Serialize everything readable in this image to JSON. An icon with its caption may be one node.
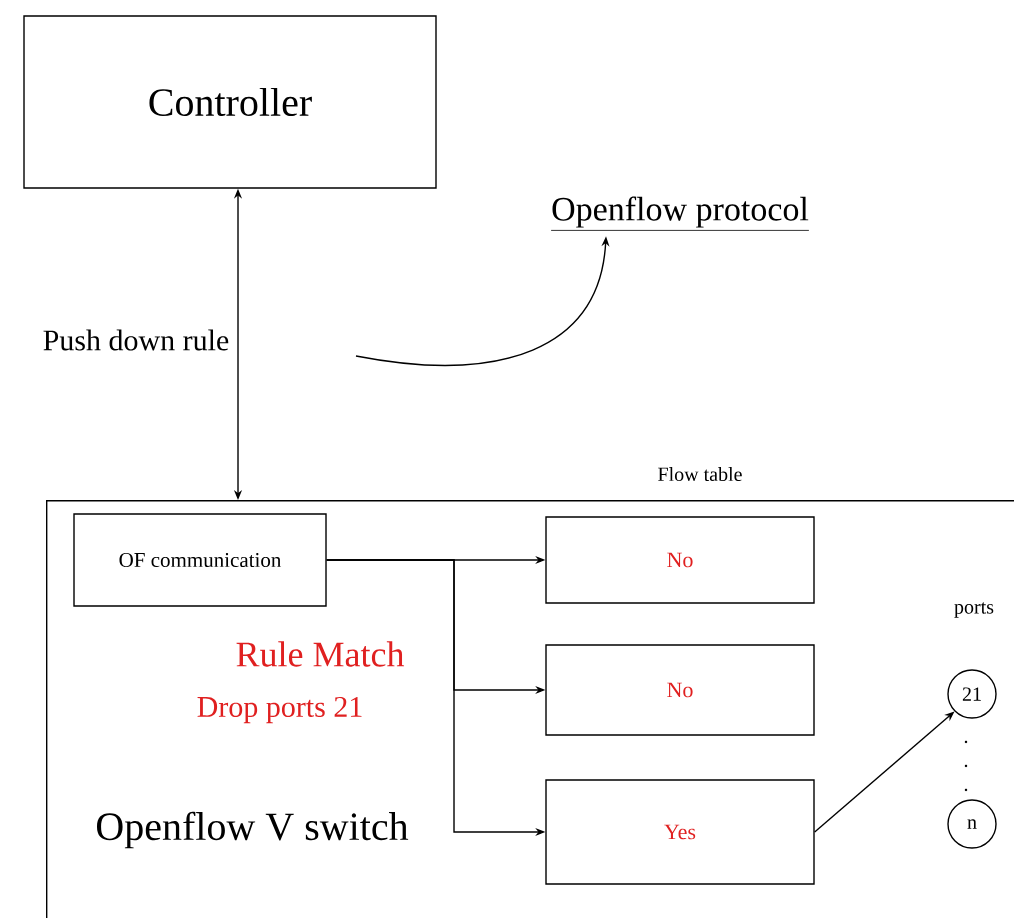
{
  "diagram": {
    "nodes": [
      {
        "text": [
          "Controller"
        ]
      },
      {
        "text": [
          "Openflow protocol"
        ]
      },
      {
        "text": [
          "Rule Match",
          "Drop ports 21",
          "Openflow V switch"
        ]
      },
      {
        "text": [
          "OF communication"
        ],
        "in": 2
      },
      {
        "text": [
          "No"
        ],
        "in": 2
      },
      {
        "text": [
          "No"
        ],
        "in": 2
      },
      {
        "text": [
          "Yes"
        ],
        "in": 2
      },
      {
        "text": [
          "21"
        ],
        "in": 2
      },
      {
        "text": [
          "n"
        ],
        "in": 2
      }
    ],
    "edges": [
      {
        "from": 0,
        "to": 2,
        "arrow": "both",
        "label": "Push down rule"
      },
      {
        "from": null,
        "to": 1,
        "arrow": "to"
      },
      {
        "from": 3,
        "to": 4,
        "arrow": "to"
      },
      {
        "from": 3,
        "to": 5,
        "arrow": "to"
      },
      {
        "from": 3,
        "to": 6,
        "arrow": "to"
      },
      {
        "from": 6,
        "to": 7,
        "arrow": "to"
      }
    ],
    "labels": [
      "Flow table",
      "ports"
    ]
  }
}
